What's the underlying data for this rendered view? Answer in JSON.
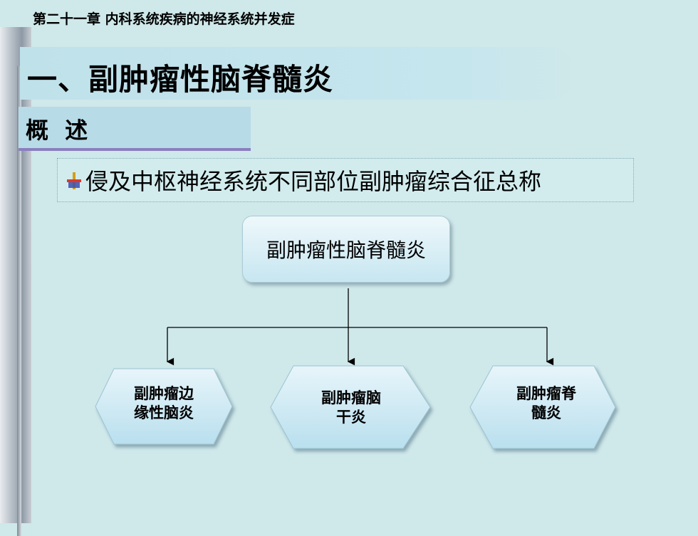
{
  "chapter": "第二十一章  内科系统疾病的神经系统并发症",
  "title": "一、副肿瘤性脑脊髓炎",
  "overview": "概  述",
  "bullet": "侵及中枢神经系统不同部位副肿瘤综合征总称",
  "diagram": {
    "root": "副肿瘤性脑脊髓炎",
    "children": [
      {
        "line1": "副肿瘤边",
        "line2": "缘性脑炎"
      },
      {
        "line1": "副肿瘤脑",
        "line2": "干炎"
      },
      {
        "line1": "副肿瘤脊",
        "line2": "髓炎"
      }
    ]
  },
  "colors": {
    "background": "#cfe8ea",
    "node_top": "#eef8fb",
    "node_bottom": "#c7e6f1",
    "underline": "#8a7fbf"
  }
}
